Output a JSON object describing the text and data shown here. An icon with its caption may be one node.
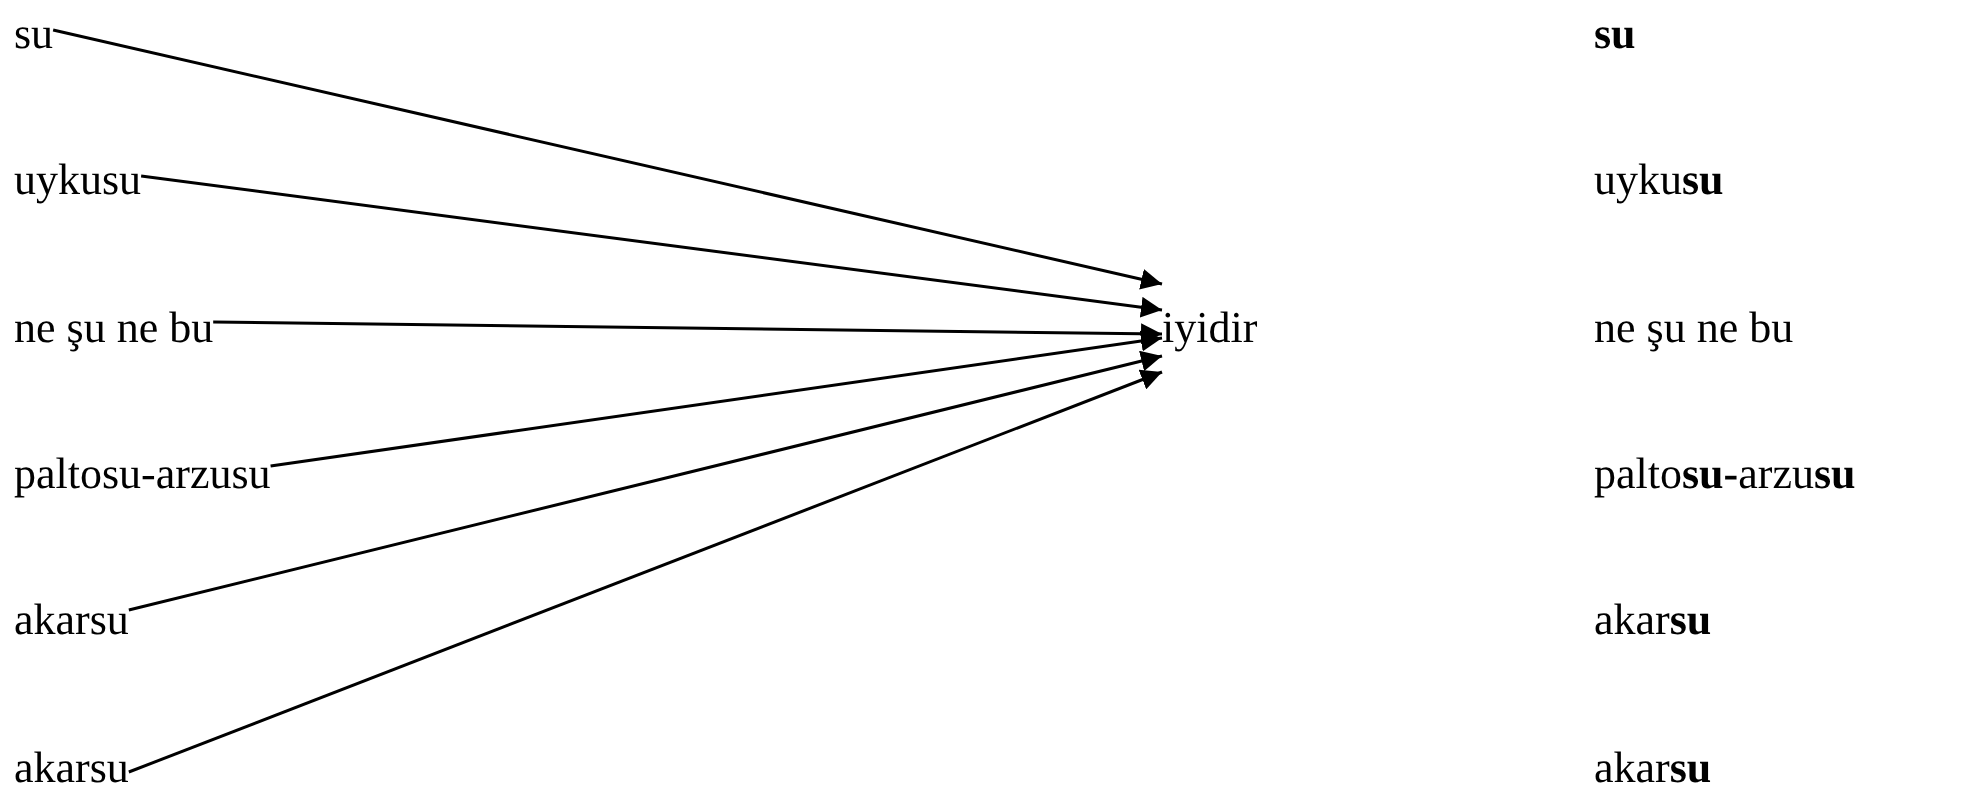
{
  "diagram": {
    "nodes": [
      {
        "text": [
          "su"
        ]
      },
      {
        "text": [
          "uykusu"
        ]
      },
      {
        "text": [
          "ne şu ne bu"
        ]
      },
      {
        "text": [
          "paltosu-arzusu"
        ]
      },
      {
        "text": [
          "akarsu"
        ]
      },
      {
        "text": [
          "akarsu"
        ]
      },
      {
        "text": [
          "iyidir"
        ]
      }
    ],
    "edges": [
      {
        "from": 0,
        "to": 6,
        "arrow": "to"
      },
      {
        "from": 1,
        "to": 6,
        "arrow": "to"
      },
      {
        "from": 2,
        "to": 6,
        "arrow": "to"
      },
      {
        "from": 3,
        "to": 6,
        "arrow": "to"
      },
      {
        "from": 4,
        "to": 6,
        "arrow": "to"
      },
      {
        "from": 5,
        "to": 6,
        "arrow": "to"
      }
    ],
    "labels": [
      "**su**",
      "uyku**su**",
      "ne şu ne bu",
      "palto**su-**arzu**su**",
      "akar**su**",
      "akar**su**"
    ]
  }
}
